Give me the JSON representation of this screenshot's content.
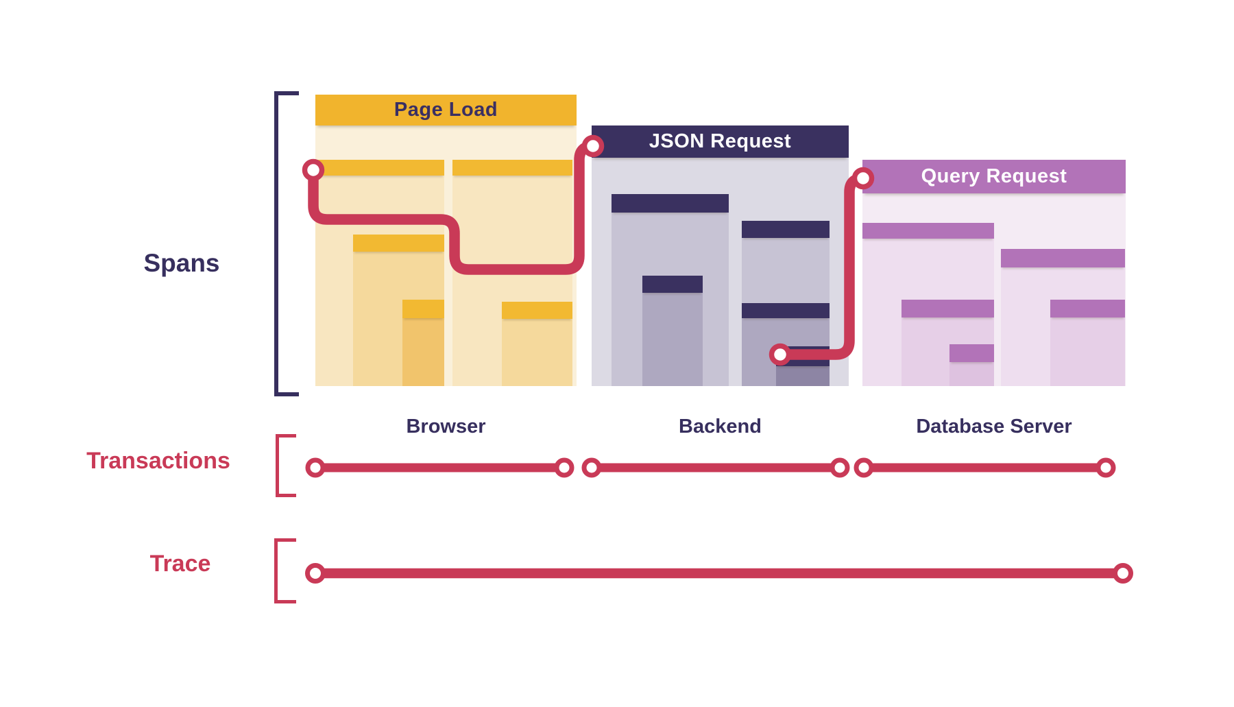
{
  "diagram": {
    "row_labels": {
      "spans": "Spans",
      "transactions": "Transactions",
      "trace": "Trace"
    },
    "panels": [
      {
        "title": "Page Load",
        "service": "Browser",
        "header_bg": "#F1B42D",
        "header_text": "#3A2F63",
        "body_bg": "#FAF0DA",
        "bar_bg": "#F2B932",
        "shade1": "#F8E6C0",
        "shade2": "#F5D99C",
        "shade3": "#F1C46C"
      },
      {
        "title": "JSON Request",
        "service": "Backend",
        "header_bg": "#3A3160",
        "header_text": "#FFFFFF",
        "body_bg": "#DCDAE4",
        "bar_bg": "#3A3160",
        "shade1": "#C7C3D4",
        "shade2": "#AEA8C0",
        "shade3": "#8D85A4"
      },
      {
        "title": "Query Request",
        "service": "Database Server",
        "header_bg": "#B273B8",
        "header_text": "#FFFFFF",
        "body_bg": "#F4EBF4",
        "shade1": "#EEDEEF",
        "shade2": "#E6CFE7",
        "shade3": "#DEC2E0",
        "bar_bg": "#B273B8"
      }
    ],
    "colors": {
      "accent_red": "#C93A57",
      "navy": "#372F5E",
      "node_fill": "#FFFFFF"
    }
  }
}
